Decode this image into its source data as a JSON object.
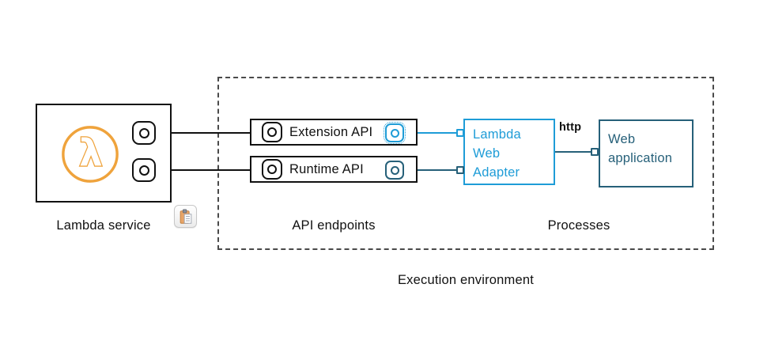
{
  "colors": {
    "lambda_orange": "#EFA33C",
    "cyan_accent": "#1E9CD7",
    "teal_accent": "#266079",
    "node_border": "#111111",
    "dashed_border": "#4A4A4A"
  },
  "icons": {
    "lambda": "aws-lambda-icon",
    "clipboard": "clipboard-icon",
    "ports": "connector-port-icon"
  },
  "lambda_service": {
    "label": "Lambda service"
  },
  "execution_environment": {
    "label": "Execution environment",
    "api_endpoints": {
      "section_label": "API endpoints",
      "boxes": [
        {
          "label": "Extension API"
        },
        {
          "label": "Runtime API"
        }
      ]
    },
    "processes": {
      "section_label": "Processes",
      "lambda_web_adapter": {
        "lines": [
          "Lambda",
          "Web",
          "Adapter"
        ]
      },
      "web_application": {
        "lines": [
          "Web",
          "application"
        ]
      },
      "connection_label": "http"
    }
  }
}
